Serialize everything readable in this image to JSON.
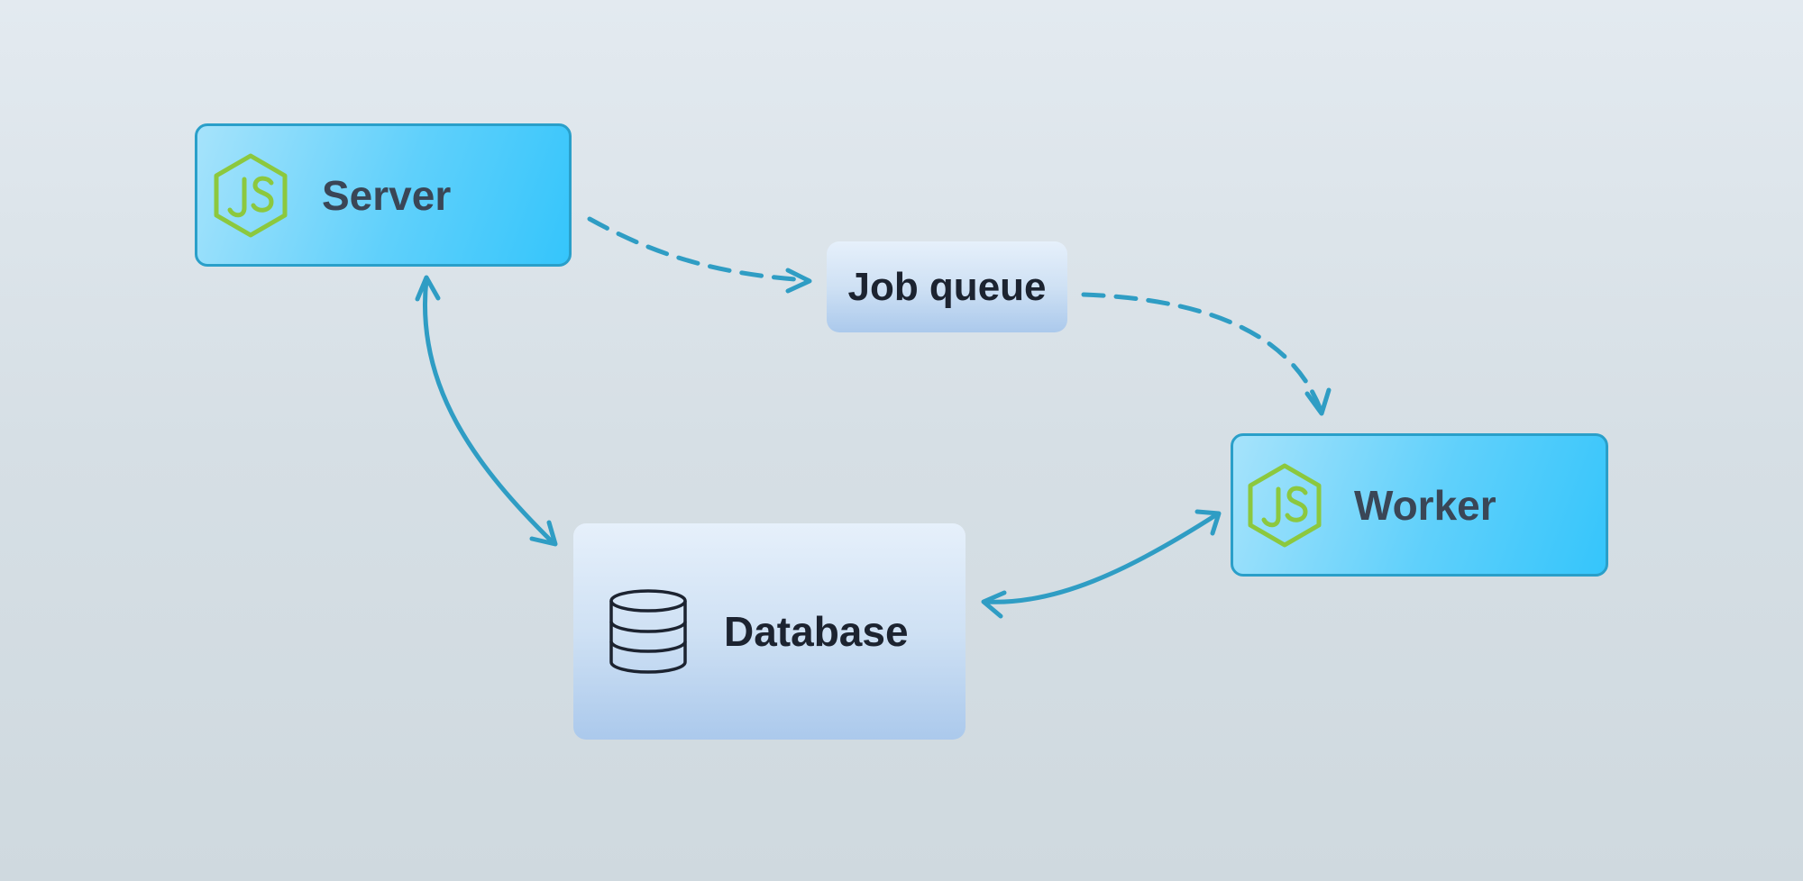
{
  "nodes": {
    "server": {
      "label": "Server",
      "icon": "nodejs-icon"
    },
    "job_queue": {
      "label": "Job queue"
    },
    "worker": {
      "label": "Worker",
      "icon": "nodejs-icon"
    },
    "database": {
      "label": "Database",
      "icon": "database-icon"
    }
  },
  "edges": [
    {
      "from": "Server",
      "to": "Job queue",
      "style": "dashed",
      "direction": "forward"
    },
    {
      "from": "Job queue",
      "to": "Worker",
      "style": "dashed",
      "direction": "forward"
    },
    {
      "from": "Server",
      "to": "Database",
      "style": "solid",
      "direction": "both"
    },
    {
      "from": "Worker",
      "to": "Database",
      "style": "solid",
      "direction": "both"
    }
  ],
  "colors": {
    "edge": "#2f9dc4",
    "nodejs_green": "#8cc83e",
    "service_fill": "#5fd0fb",
    "service_border": "#2a9fc9",
    "store_fill": "#cfe1f4",
    "label_dark": "#1c2330",
    "background": "#dbe3e9"
  }
}
